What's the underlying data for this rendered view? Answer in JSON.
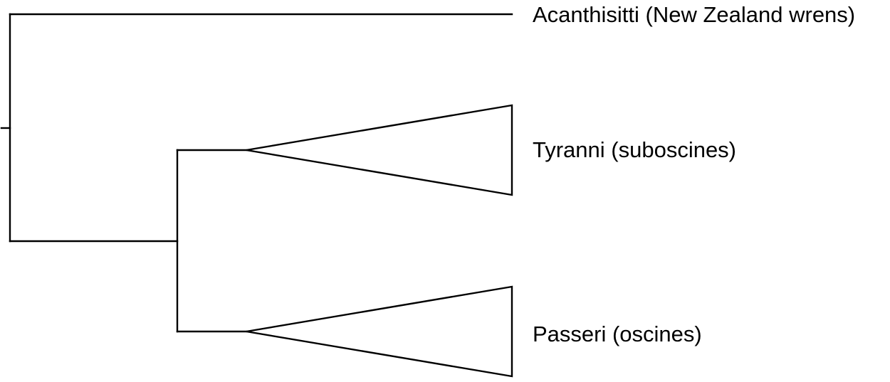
{
  "tree": {
    "line_color": "#000000",
    "background": "#ffffff",
    "taxa": [
      {
        "label": "Acanthisitti (New Zealand wrens)",
        "collapsed": false
      },
      {
        "label": "Tyranni (suboscines)",
        "collapsed": true
      },
      {
        "label": "Passeri (oscines)",
        "collapsed": true
      }
    ]
  }
}
